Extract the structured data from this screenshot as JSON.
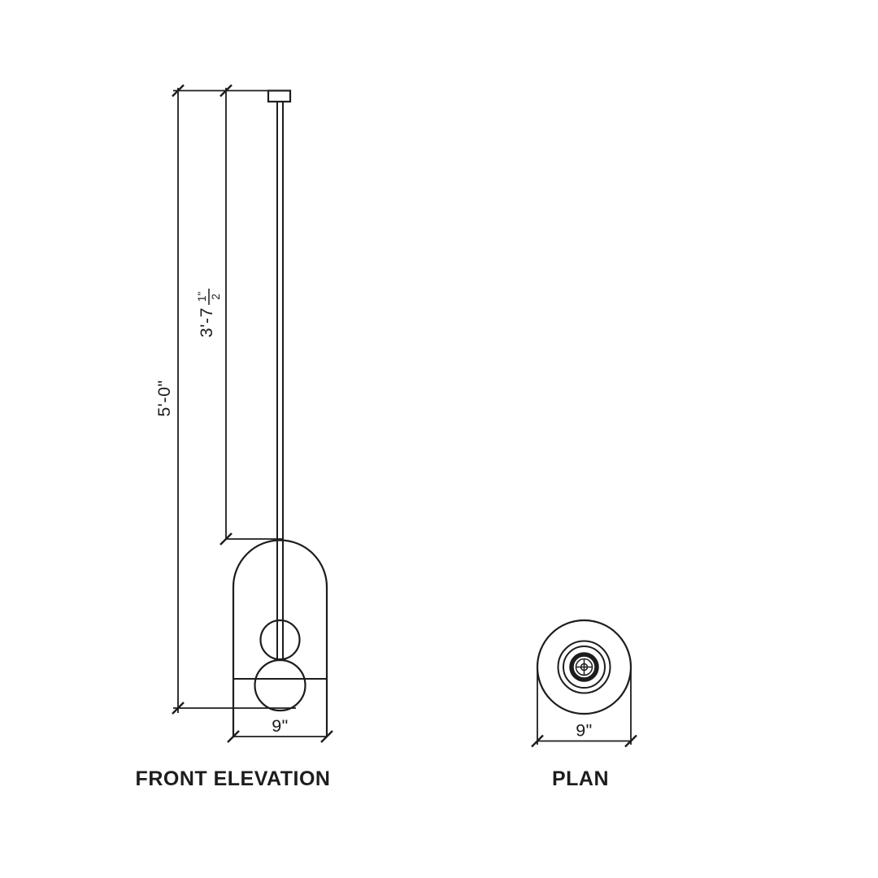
{
  "front_elevation": {
    "title": "FRONT ELEVATION",
    "dims": {
      "overall_drop": "5'-0\"",
      "stem_whole": "3'-7",
      "stem_frac_numerator": "1\"",
      "stem_frac_denominator": "2",
      "shade_width": "9\""
    }
  },
  "plan": {
    "title": "PLAN",
    "dims": {
      "shade_width": "9\""
    }
  },
  "colors": {
    "line": "#1d1d1d",
    "background": "#ffffff"
  }
}
